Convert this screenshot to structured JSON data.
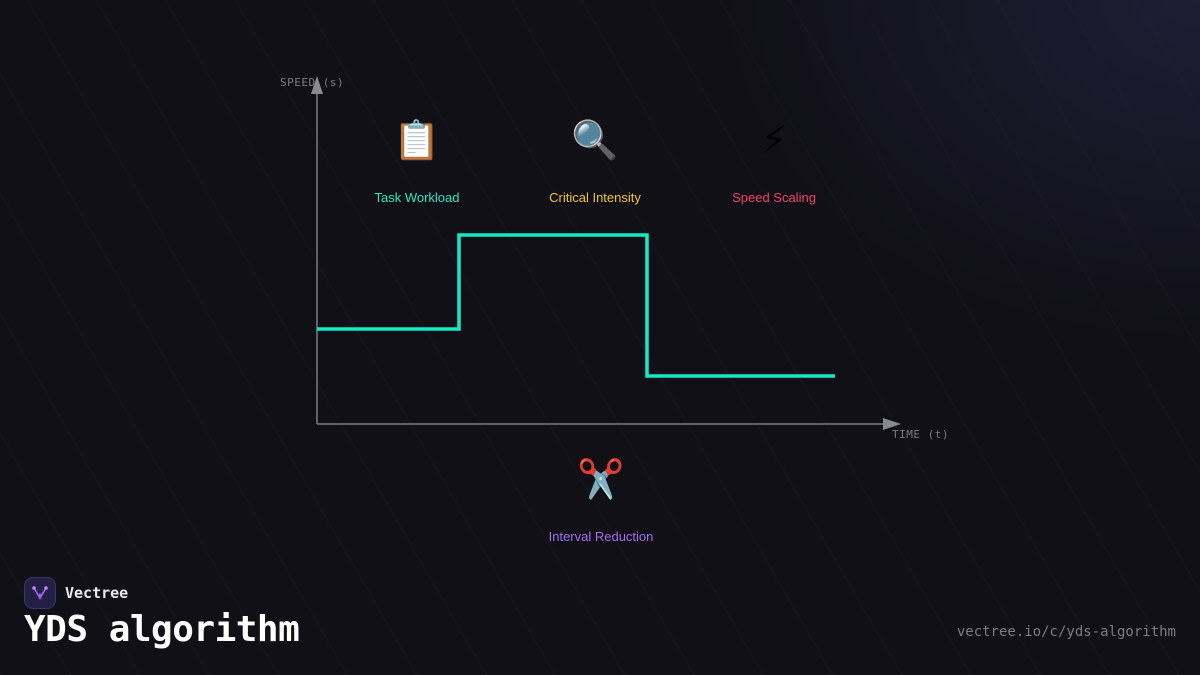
{
  "diagram": {
    "y_axis_label": "SPEED (s)",
    "x_axis_label": "TIME (t)",
    "speed_profile": {
      "color": "#14eac3",
      "steps": [
        {
          "segment": "low",
          "level": 2
        },
        {
          "segment": "high",
          "level": 4
        },
        {
          "segment": "lowest",
          "level": 1
        }
      ]
    }
  },
  "concepts": [
    {
      "icon": "clipboard-icon",
      "glyph": "📋",
      "label": "Task Workload",
      "color": "#2ee6c0"
    },
    {
      "icon": "magnifying-glass-icon",
      "glyph": "🔍",
      "label": "Critical Intensity",
      "color": "#f4c53a"
    },
    {
      "icon": "lightning-icon",
      "glyph": "⚡",
      "label": "Speed Scaling",
      "color": "#f2426b"
    },
    {
      "icon": "scissors-icon",
      "glyph": "✂️",
      "label": "Interval Reduction",
      "color": "#a070f0"
    }
  ],
  "brand": {
    "name": "Vectree",
    "logo_icon": "vectree-logo-icon"
  },
  "title": "YDS algorithm",
  "url": "vectree.io/c/yds-algorithm"
}
